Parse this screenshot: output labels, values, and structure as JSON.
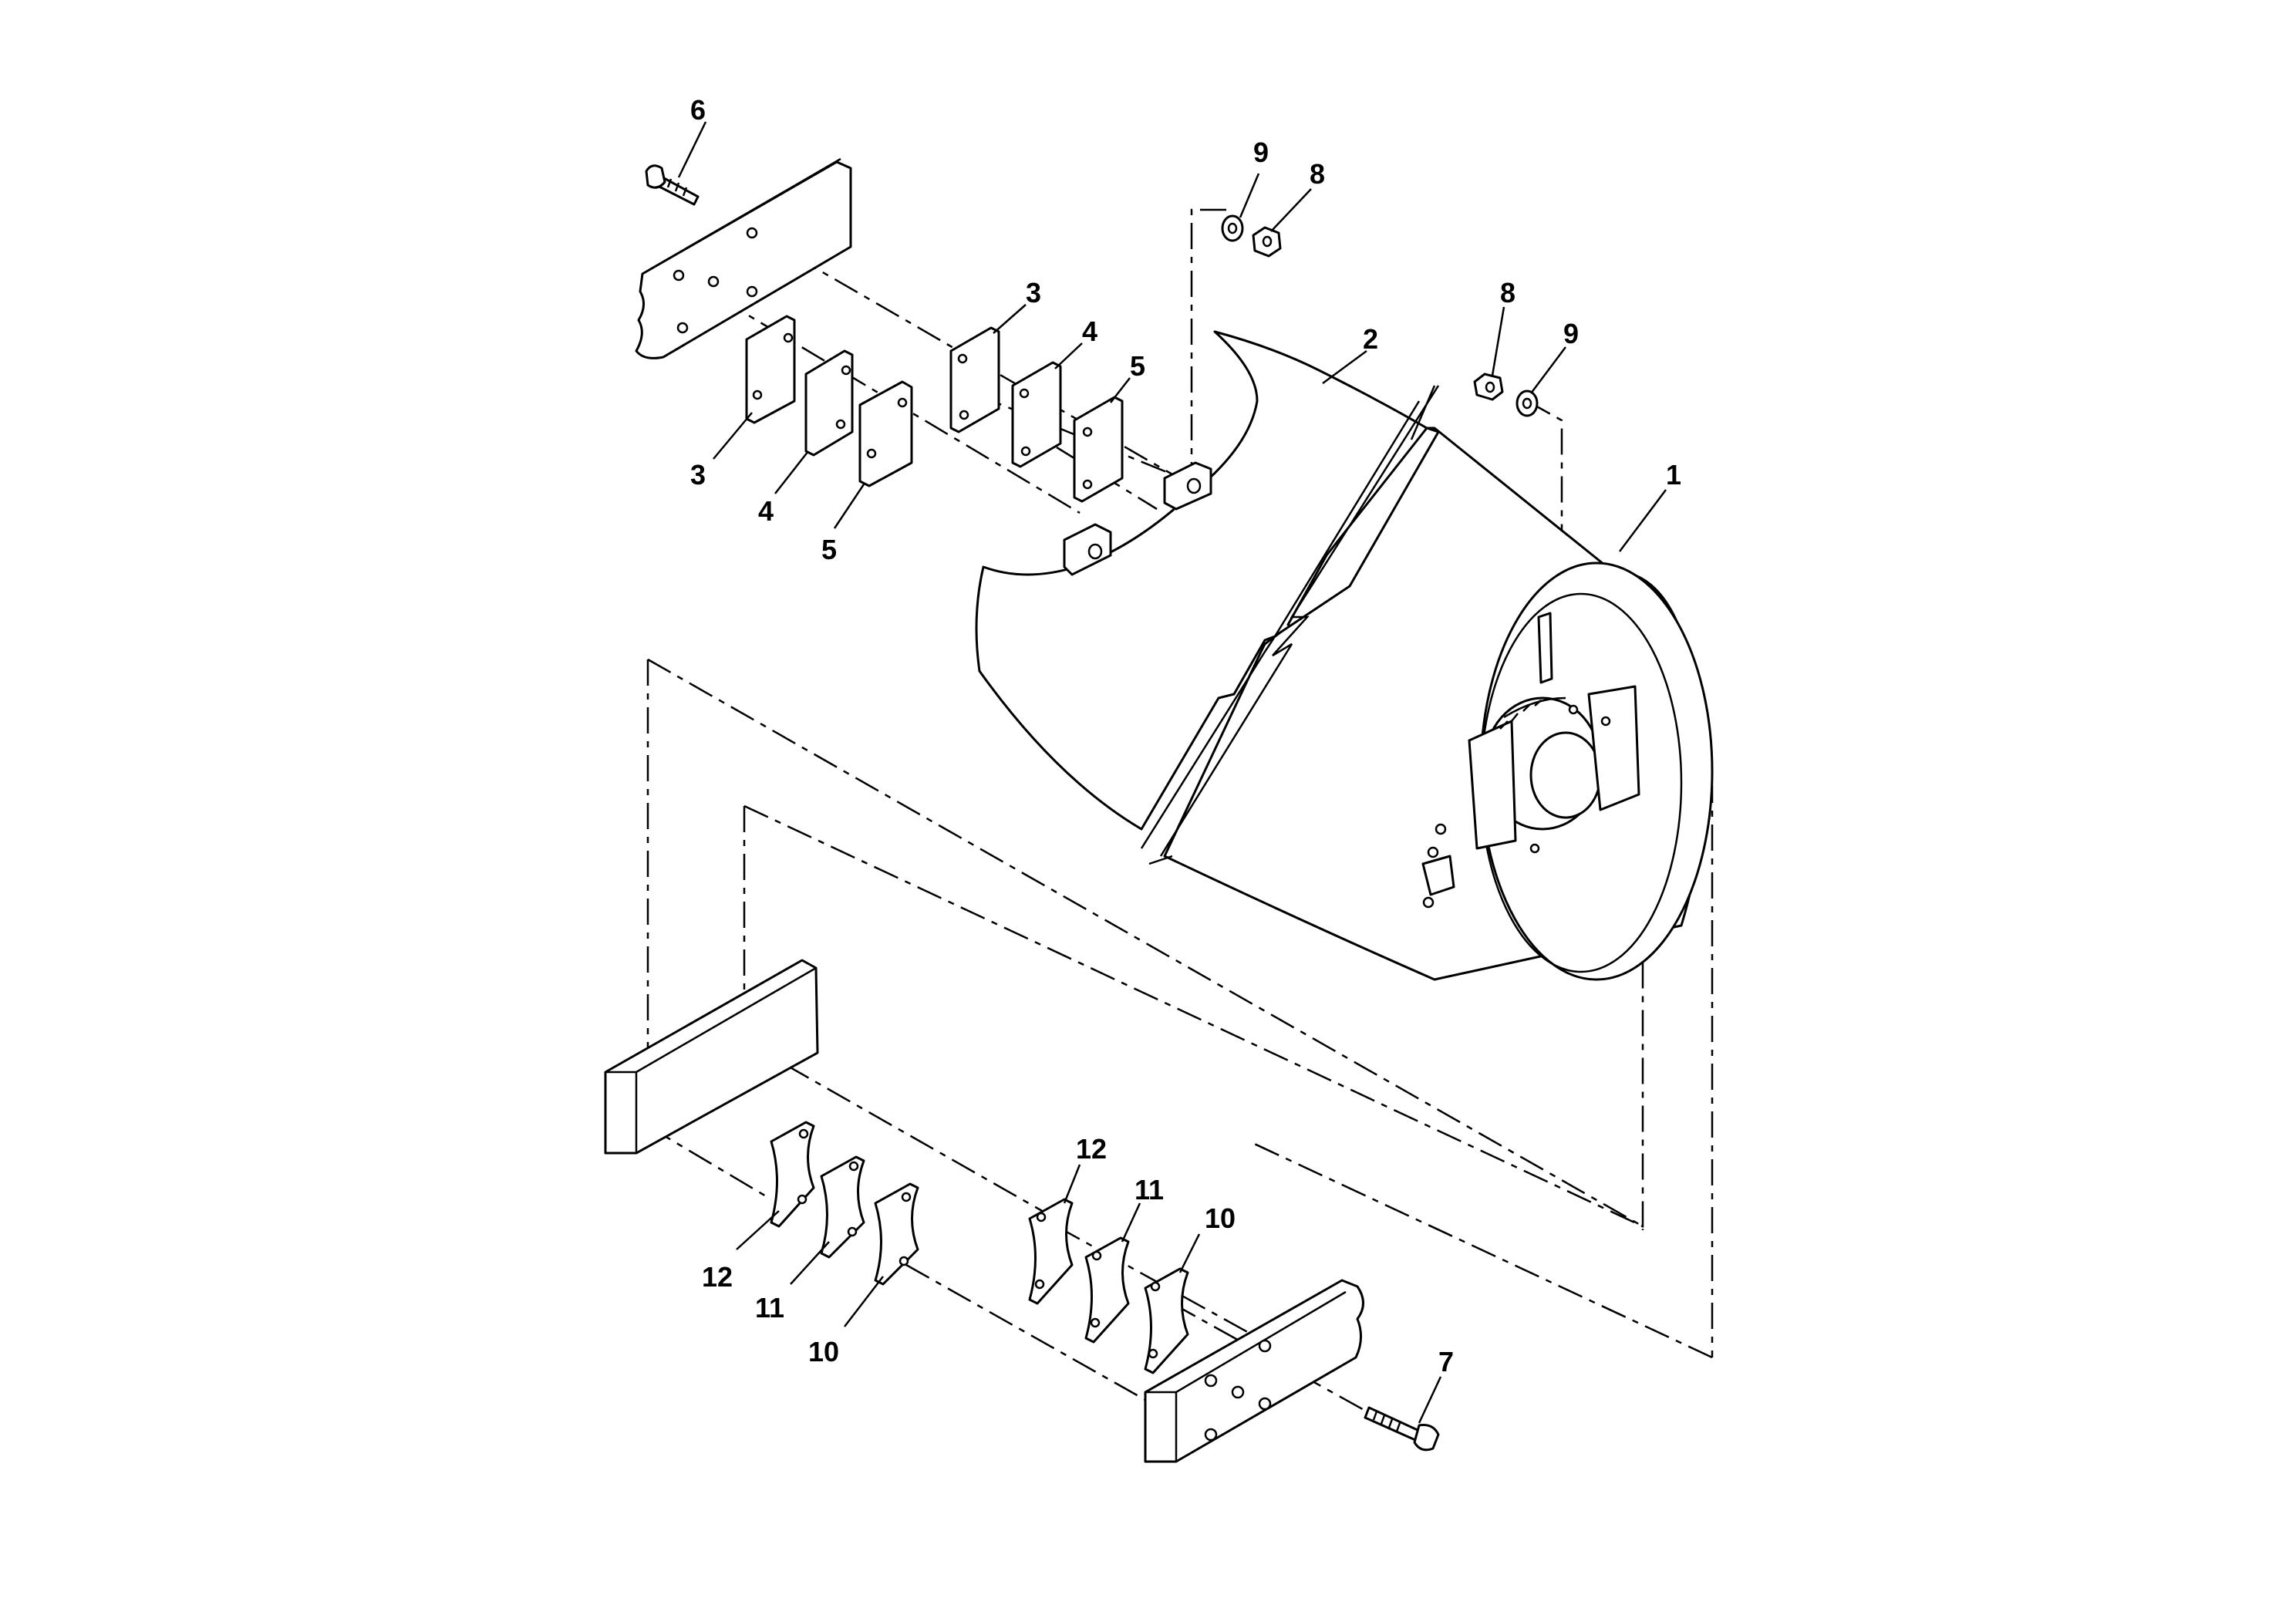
{
  "callouts": [
    {
      "id": "c6",
      "text": "6"
    },
    {
      "id": "c9a",
      "text": "9"
    },
    {
      "id": "c8a",
      "text": "8"
    },
    {
      "id": "c3a",
      "text": "3"
    },
    {
      "id": "c4a",
      "text": "4"
    },
    {
      "id": "c5a",
      "text": "5"
    },
    {
      "id": "c2",
      "text": "2"
    },
    {
      "id": "c8b",
      "text": "8"
    },
    {
      "id": "c9b",
      "text": "9"
    },
    {
      "id": "c1",
      "text": "1"
    },
    {
      "id": "c3b",
      "text": "3"
    },
    {
      "id": "c4b",
      "text": "4"
    },
    {
      "id": "c5b",
      "text": "5"
    },
    {
      "id": "c12a",
      "text": "12"
    },
    {
      "id": "c11a",
      "text": "11"
    },
    {
      "id": "c10a",
      "text": "10"
    },
    {
      "id": "c12b",
      "text": "12"
    },
    {
      "id": "c11b",
      "text": "11"
    },
    {
      "id": "c10b",
      "text": "10"
    },
    {
      "id": "c7",
      "text": "7"
    }
  ]
}
